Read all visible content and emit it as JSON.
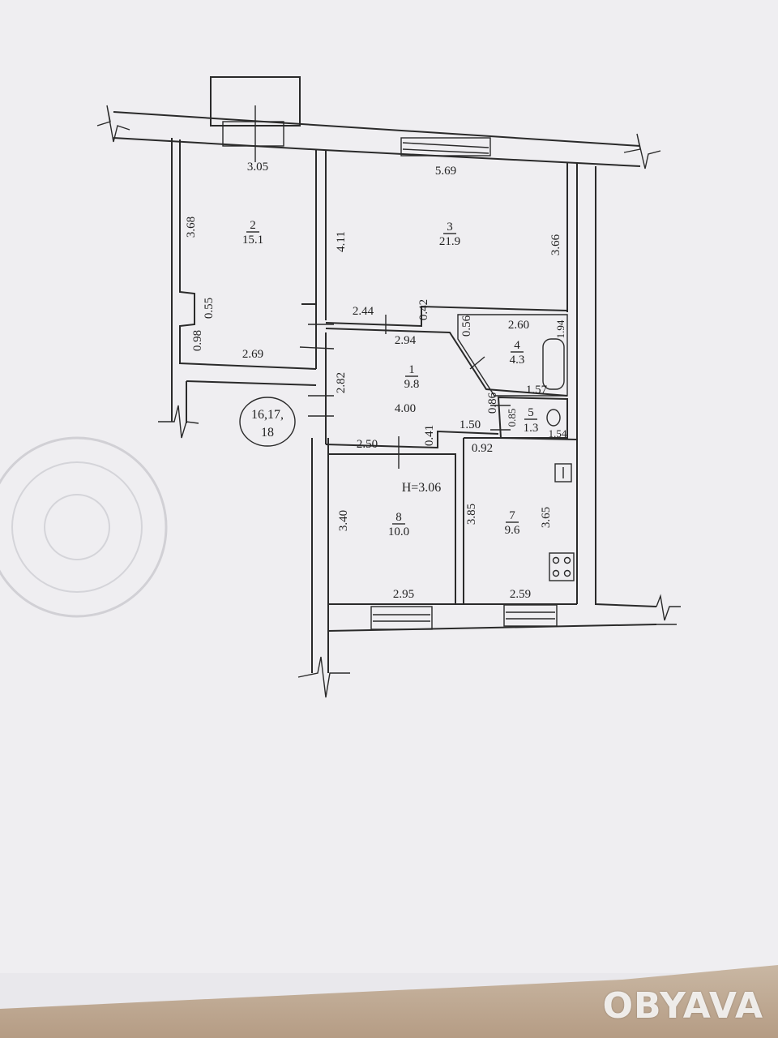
{
  "plan": {
    "height_label": "H=3.06",
    "entrance_label_line1": "16,17,",
    "entrance_label_line2": "18",
    "rooms": [
      {
        "id": "r1",
        "number": "1",
        "area": "9.8"
      },
      {
        "id": "r2",
        "number": "2",
        "area": "15.1"
      },
      {
        "id": "r3",
        "number": "3",
        "area": "21.9"
      },
      {
        "id": "r4",
        "number": "4",
        "area": "4.3"
      },
      {
        "id": "r5",
        "number": "5",
        "area": "1.3"
      },
      {
        "id": "r7",
        "number": "7",
        "area": "9.6"
      },
      {
        "id": "r8",
        "number": "8",
        "area": "10.0"
      }
    ],
    "dimensions": {
      "d305": "3.05",
      "d569": "5.69",
      "d368": "3.68",
      "d411": "4.11",
      "d366": "3.66",
      "d055": "0.55",
      "d098": "0.98",
      "d269": "2.69",
      "d244": "2.44",
      "d042": "0.42",
      "d294": "2.94",
      "d056": "0.56",
      "d260": "2.60",
      "d194": "1.94",
      "d282": "2.82",
      "d400": "4.00",
      "d157": "1.57",
      "d086": "0.86",
      "d085": "0.85",
      "d154": "1.54",
      "d150": "1.50",
      "d041": "0.41",
      "d092": "0.92",
      "d250": "2.50",
      "d340": "3.40",
      "d385": "3.85",
      "d365": "3.65",
      "d295": "2.95",
      "d259": "2.59"
    }
  },
  "watermark": "OBYAVA"
}
